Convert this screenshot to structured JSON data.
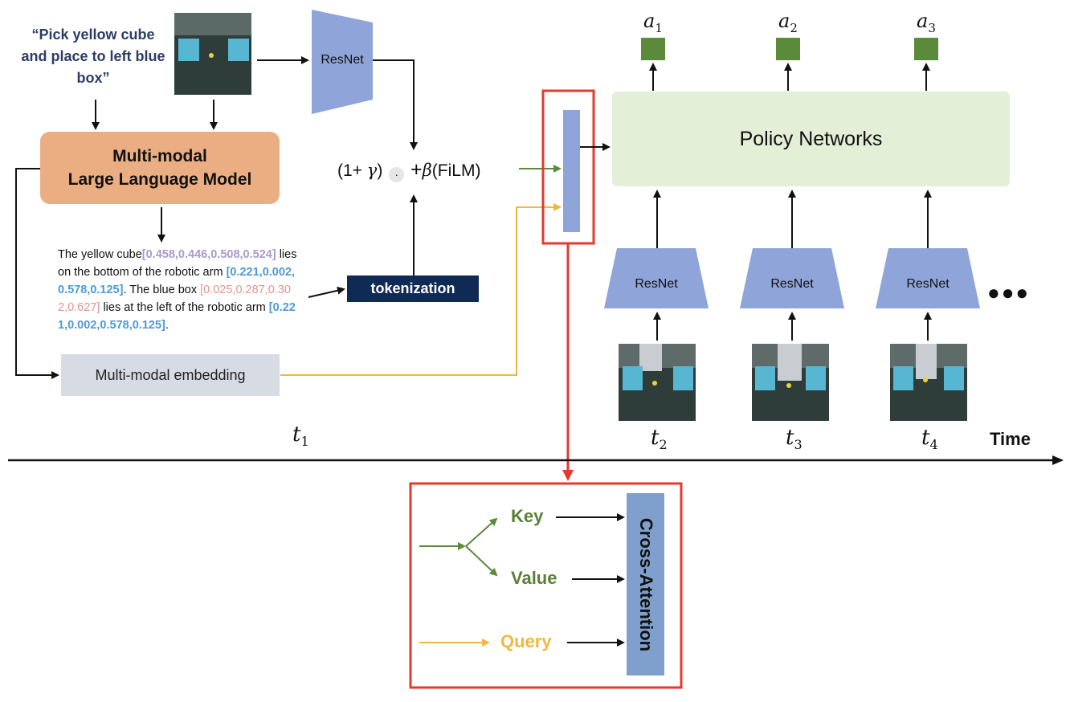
{
  "instruction": "“Pick yellow cube and place to left blue box”",
  "mllm": {
    "line1": "Multi-modal",
    "line2": "Large Language Model"
  },
  "description": {
    "p1": "The yellow cube",
    "b1": "[0.458,0.446,0.508,0.524]",
    "p2": " lies on the bottom of the robotic arm ",
    "b2": "[0.221,0.002,0.578,0.125]",
    "p3": ".  The blue box ",
    "b3": "[0.025,0.287,0.302,0.627]",
    "p4": " lies at the left of the robotic arm ",
    "b4": "[0.221,0.002,0.578,0.125]",
    "p5": "."
  },
  "tokenization": "tokenization",
  "mm_embedding": "Multi-modal embedding",
  "resnet": "ResNet",
  "film": {
    "open": "(1+",
    "gamma": "γ",
    "close": ")",
    "dot": "·",
    "plus": "+",
    "beta": "β",
    "suffix": "(FiLM)"
  },
  "policy": "Policy Networks",
  "actions": [
    {
      "sym": "a",
      "sub": "1"
    },
    {
      "sym": "a",
      "sub": "2"
    },
    {
      "sym": "a",
      "sub": "3"
    }
  ],
  "timesteps": [
    {
      "sym": "t",
      "sub": "1"
    },
    {
      "sym": "t",
      "sub": "2"
    },
    {
      "sym": "t",
      "sub": "3"
    },
    {
      "sym": "t",
      "sub": "4"
    }
  ],
  "time_label": "Time",
  "ellipsis": "●●●",
  "attention": {
    "key": "Key",
    "value": "Value",
    "query": "Query",
    "block": "Cross-Attention"
  },
  "colors": {
    "green_arrow": "#5b8a3a",
    "yellow_arrow": "#f0b840",
    "red_box": "#e43a2e",
    "resnet_fill": "#8fa4d8",
    "action_fill": "#5b8a3a"
  }
}
